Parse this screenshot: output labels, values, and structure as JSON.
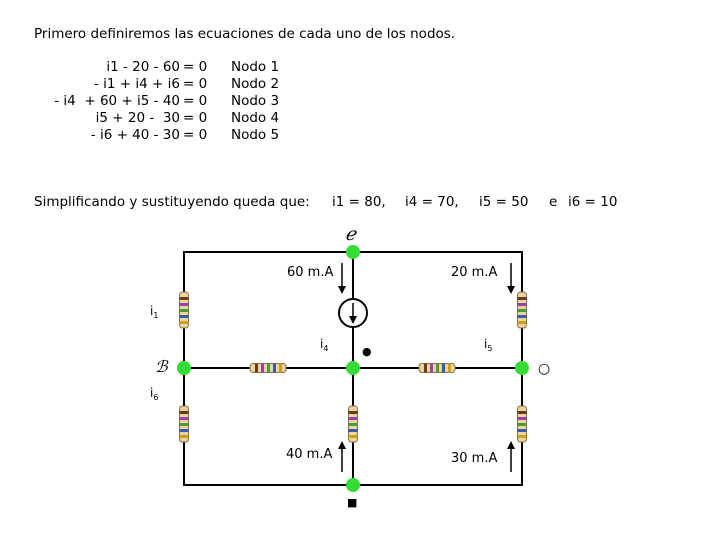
{
  "intro": "Primero definiremos las ecuaciones de cada uno de los nodos.",
  "equations": [
    {
      "lhs": "i1 - 20 - 60",
      "rhs": "= 0",
      "node": "Nodo 1"
    },
    {
      "lhs": "- i1 + i4 + i6",
      "rhs": "= 0",
      "node": "Nodo 2"
    },
    {
      "lhs": "- i4  + 60 + i5 - 40",
      "rhs": "= 0",
      "node": "Nodo 3"
    },
    {
      "lhs": "i5 + 20 -  30",
      "rhs": "= 0",
      "node": "Nodo 4"
    },
    {
      "lhs": "- i6 + 40 - 30",
      "rhs": "= 0",
      "node": "Nodo 5"
    }
  ],
  "result": {
    "prefix": "Simplificando y sustituyendo queda que:",
    "i1": "i1 = 80,",
    "i4": "i4 = 70,",
    "i5": "i5 = 50",
    "conj": "e",
    "i6": "i6 = 10"
  },
  "circuit": {
    "node_marks": [
      "ℯ",
      "ℬ",
      "●",
      "○",
      "■"
    ],
    "sources": [
      "60 m.A",
      "20 m.A",
      "40 m.A",
      "30 m.A"
    ],
    "currents": [
      {
        "base": "i",
        "sub": "1"
      },
      {
        "base": "i",
        "sub": "4"
      },
      {
        "base": "i",
        "sub": "5"
      },
      {
        "base": "i",
        "sub": "6"
      }
    ],
    "colors": {
      "node": "#33dd33",
      "wire": "#000000"
    }
  }
}
